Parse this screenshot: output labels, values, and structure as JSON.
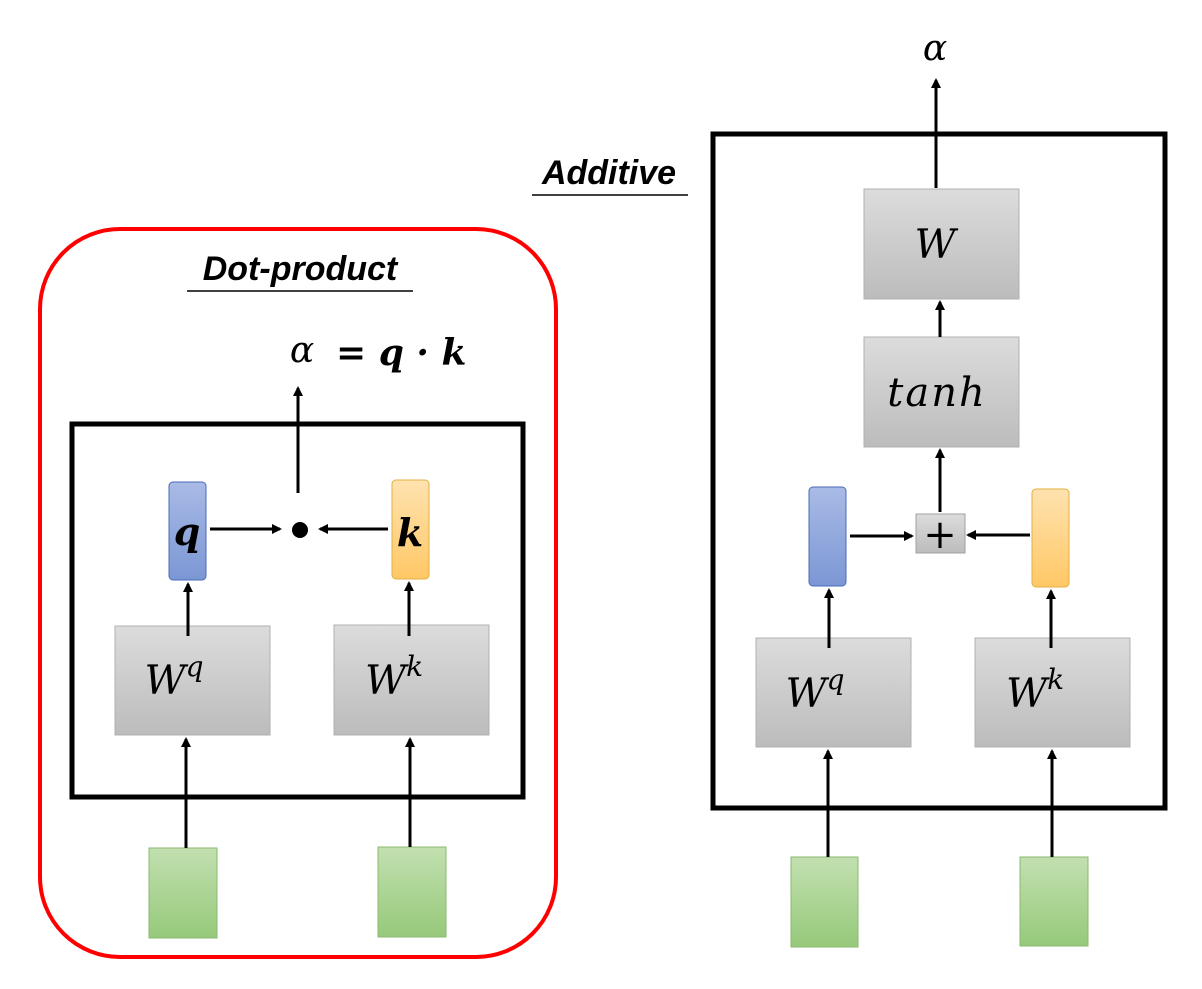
{
  "colors": {
    "highlight_border": "#ff0000",
    "box_border": "#000000",
    "query_fill": "#8fa8dc",
    "key_fill": "#ffd27f",
    "input_fill": "#a9d18e",
    "weight_fill": "#d0d0d0"
  },
  "dot_product": {
    "title": "Dot-product",
    "alpha": "α",
    "equation": "= q · k",
    "q_label": "q",
    "k_label": "k",
    "wq_base": "W",
    "wq_sup": "q",
    "wk_base": "W",
    "wk_sup": "k"
  },
  "additive": {
    "title": "Additive",
    "alpha": "α",
    "w_label": "W",
    "tanh_label": "tanh",
    "plus_label": "+",
    "wq_base": "W",
    "wq_sup": "q",
    "wk_base": "W",
    "wk_sup": "k"
  }
}
